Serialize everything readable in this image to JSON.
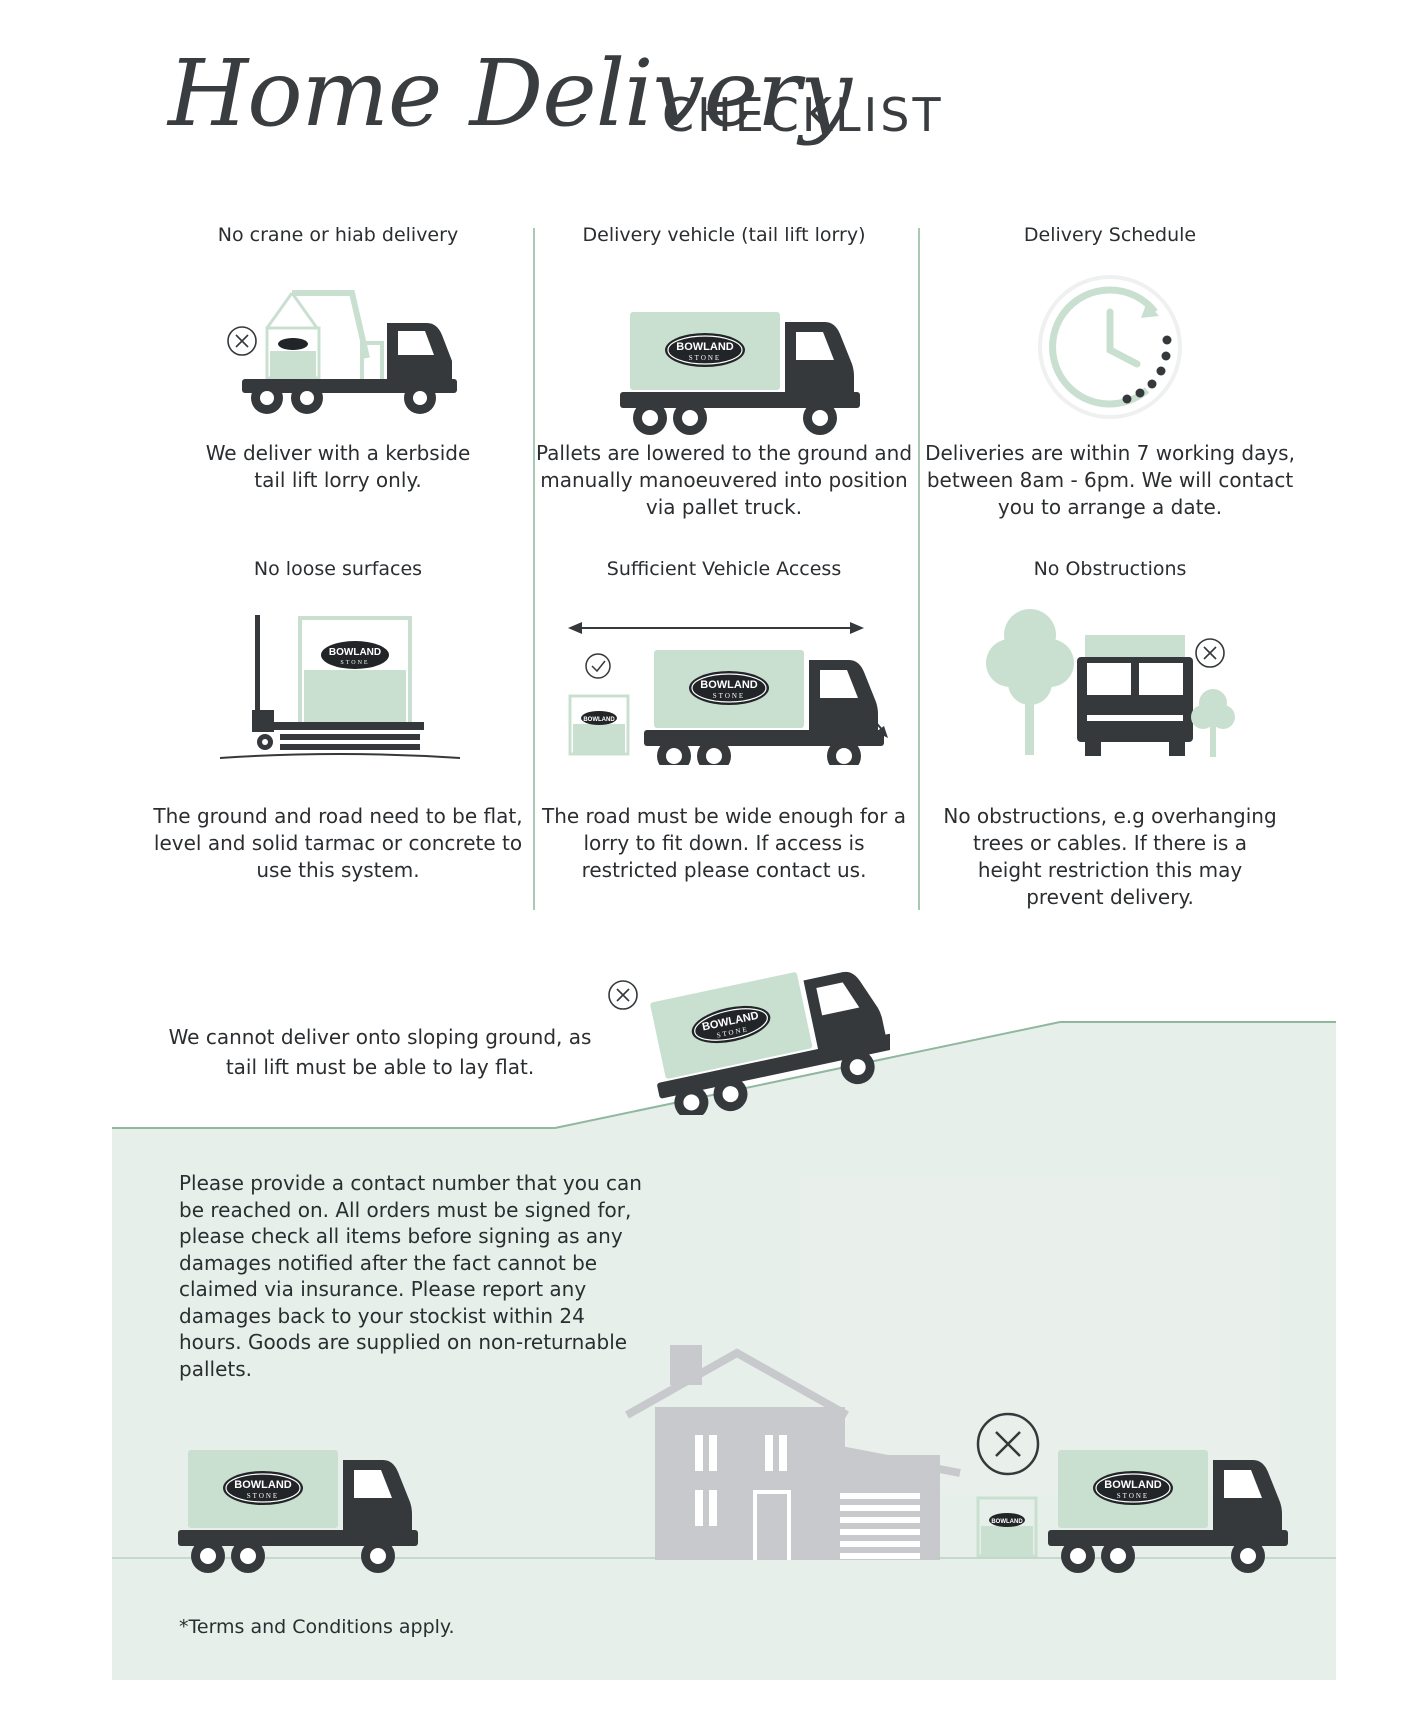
{
  "title": {
    "script": "Home Delivery",
    "caps": "CHECKLIST"
  },
  "columns": [
    {
      "heading": "No crane or hiab delivery",
      "text": "We deliver with a kerbside tail lift lorry only."
    },
    {
      "heading": "Delivery vehicle (tail lift lorry)",
      "text": "Pallets are lowered to the ground and manually manoeuvered into position via pallet truck."
    },
    {
      "heading": "Delivery Schedule",
      "text": "Deliveries are within 7 working days, between 8am - 6pm. We will contact you to arrange a date."
    },
    {
      "heading": "No loose surfaces",
      "text": "The ground and road need to be flat, level and solid tarmac or concrete to use this system."
    },
    {
      "heading": "Sufficient Vehicle Access",
      "text": "The road must be wide enough for a lorry to fit down. If access is restricted please contact us."
    },
    {
      "heading": "No Obstructions",
      "text": "No obstructions, e.g overhanging trees or cables. If there is a height restriction this may prevent delivery."
    }
  ],
  "slope_text": "We cannot deliver onto sloping ground, as tail lift must be able to lay flat.",
  "contact_text": "Please provide a contact number that you can be reached on. All orders must be signed for, please check all items before signing as any damages notified after the fact cannot be claimed via insurance. Please report any damages back to your stockist within 24 hours. Goods are supplied on non-returnable pallets.",
  "terms": "*Terms and Conditions apply.",
  "brand": {
    "logo_line1": "BOWLAND",
    "logo_line2": "STONE"
  },
  "colors": {
    "green": "#c9e0d1",
    "light_green": "#e8f0ea",
    "dark": "#35393c",
    "grey_house": "#c7c9cc"
  }
}
